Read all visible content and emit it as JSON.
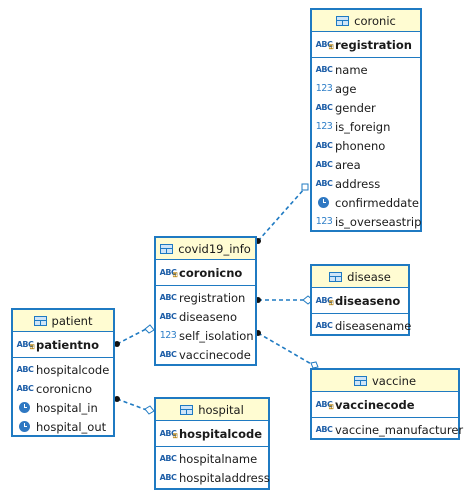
{
  "entities": {
    "coronic": {
      "title": "coronic",
      "pk": [
        {
          "name": "registration",
          "type": "abc"
        }
      ],
      "columns": [
        {
          "name": "name",
          "type": "abc"
        },
        {
          "name": "age",
          "type": "num",
          "type_label": "123"
        },
        {
          "name": "gender",
          "type": "abc"
        },
        {
          "name": "is_foreign",
          "type": "num",
          "type_label": "123"
        },
        {
          "name": "phoneno",
          "type": "abc"
        },
        {
          "name": "area",
          "type": "abc"
        },
        {
          "name": "address",
          "type": "abc"
        },
        {
          "name": "confirmeddate",
          "type": "time"
        },
        {
          "name": "is_overseastrip",
          "type": "num",
          "type_label": "123"
        }
      ]
    },
    "covid19_info": {
      "title": "covid19_info",
      "pk": [
        {
          "name": "coronicno",
          "type": "abc"
        }
      ],
      "columns": [
        {
          "name": "registration",
          "type": "abc"
        },
        {
          "name": "diseaseno",
          "type": "abc"
        },
        {
          "name": "self_isolation",
          "type": "num",
          "type_label": "123"
        },
        {
          "name": "vaccinecode",
          "type": "abc"
        }
      ]
    },
    "disease": {
      "title": "disease",
      "pk": [
        {
          "name": "diseaseno",
          "type": "abc"
        }
      ],
      "columns": [
        {
          "name": "diseasename",
          "type": "abc"
        }
      ]
    },
    "patient": {
      "title": "patient",
      "pk": [
        {
          "name": "patientno",
          "type": "abc"
        }
      ],
      "columns": [
        {
          "name": "hospitalcode",
          "type": "abc"
        },
        {
          "name": "coronicno",
          "type": "abc"
        },
        {
          "name": "hospital_in",
          "type": "time"
        },
        {
          "name": "hospital_out",
          "type": "time"
        }
      ]
    },
    "vaccine": {
      "title": "vaccine",
      "pk": [
        {
          "name": "vaccinecode",
          "type": "abc"
        }
      ],
      "columns": [
        {
          "name": "vaccine_manufacturer",
          "type": "abc"
        }
      ]
    },
    "hospital": {
      "title": "hospital",
      "pk": [
        {
          "name": "hospitalcode",
          "type": "abc"
        }
      ],
      "columns": [
        {
          "name": "hospitalname",
          "type": "abc"
        },
        {
          "name": "hospitaladdress",
          "type": "abc"
        }
      ]
    }
  },
  "type_icons": {
    "abc": "ABC",
    "time": "clock-icon"
  },
  "colors": {
    "border": "#1f7ac2",
    "header_bg": "#fffcd2",
    "link": "#1f7ac2"
  }
}
